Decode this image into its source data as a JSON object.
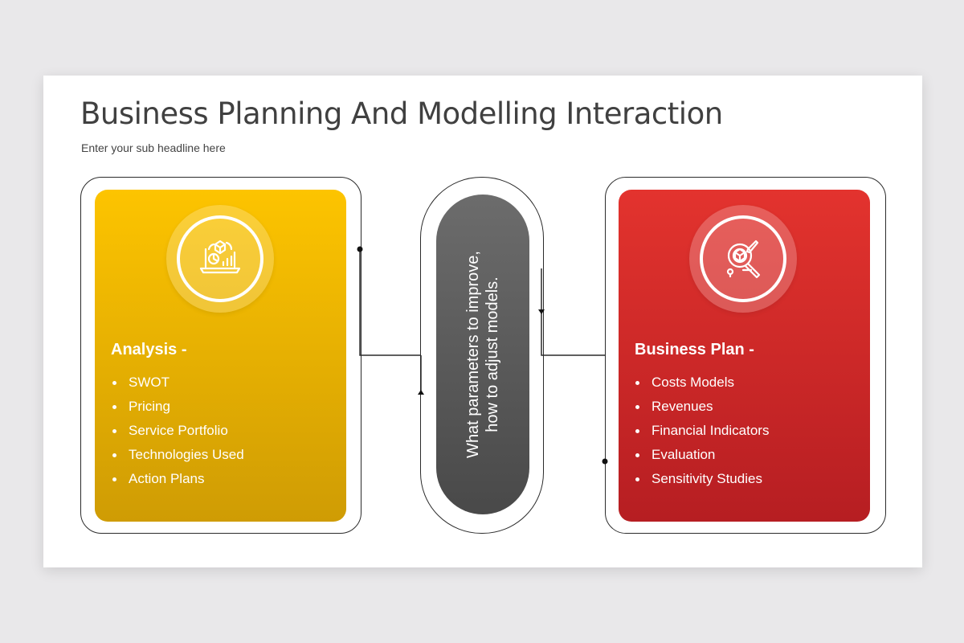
{
  "slide": {
    "title": "Business Planning And Modelling Interaction",
    "subtitle": "Enter your sub headline here"
  },
  "left_card": {
    "heading": "Analysis -",
    "icon": "analytics-laptop-icon",
    "color": "#f5b800",
    "items": [
      "SWOT",
      "Pricing",
      "Service Portfolio",
      "Technologies Used",
      "Action Plans"
    ]
  },
  "center": {
    "text": "What parameters to improve, how to adjust models.",
    "color": "#5a5a5a"
  },
  "right_card": {
    "heading": "Business Plan -",
    "icon": "target-strategy-icon",
    "color": "#d42a2a",
    "items": [
      "Costs Models",
      "Revenues",
      "Financial Indicators",
      "Evaluation",
      "Sensitivity Studies"
    ]
  }
}
